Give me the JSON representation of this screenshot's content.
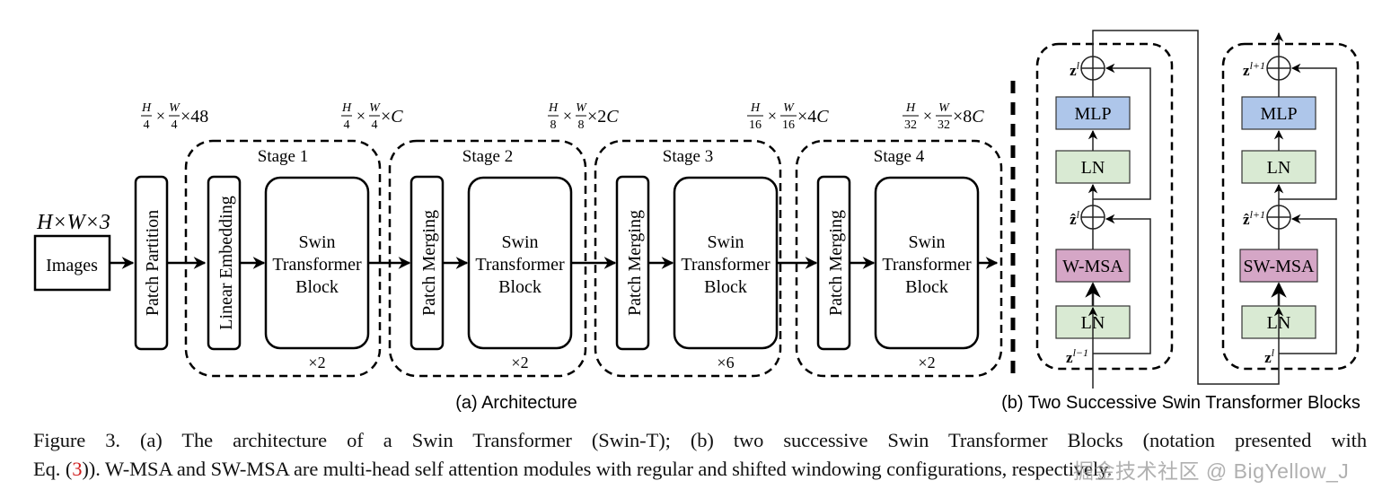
{
  "figure": {
    "part_a": {
      "subcaption": "(a) Architecture",
      "input": {
        "dims": "H×W×3",
        "label": "Images"
      },
      "patch_partition": "Patch Partition",
      "dim_labels": [
        {
          "num_h": "H",
          "den_h": "4",
          "num_w": "W",
          "den_w": "4",
          "ch": "×48"
        },
        {
          "num_h": "H",
          "den_h": "4",
          "num_w": "W",
          "den_w": "4",
          "ch": "×C"
        },
        {
          "num_h": "H",
          "den_h": "8",
          "num_w": "W",
          "den_w": "8",
          "ch": "×2C"
        },
        {
          "num_h": "H",
          "den_h": "16",
          "num_w": "W",
          "den_w": "16",
          "ch": "×4C"
        },
        {
          "num_h": "H",
          "den_h": "32",
          "num_w": "W",
          "den_w": "32",
          "ch": "×8C"
        }
      ],
      "stages": [
        {
          "title": "Stage 1",
          "first_block": "Linear Embedding",
          "block": [
            "Swin",
            "Transformer",
            "Block"
          ],
          "repeat": "×2"
        },
        {
          "title": "Stage 2",
          "first_block": "Patch Merging",
          "block": [
            "Swin",
            "Transformer",
            "Block"
          ],
          "repeat": "×2"
        },
        {
          "title": "Stage 3",
          "first_block": "Patch Merging",
          "block": [
            "Swin",
            "Transformer",
            "Block"
          ],
          "repeat": "×6"
        },
        {
          "title": "Stage 4",
          "first_block": "Patch Merging",
          "block": [
            "Swin",
            "Transformer",
            "Block"
          ],
          "repeat": "×2"
        }
      ]
    },
    "part_b": {
      "subcaption": "(b) Two Successive Swin Transformer Blocks",
      "blocks": [
        {
          "attention": "W-MSA",
          "ln1": "LN",
          "ln2": "LN",
          "mlp": "MLP",
          "z_in": "z",
          "z_in_sup": "l−1",
          "z_hat": "ẑ",
          "z_hat_sup": "l",
          "z_out": "z",
          "z_out_sup": "l"
        },
        {
          "attention": "SW-MSA",
          "ln1": "LN",
          "ln2": "LN",
          "mlp": "MLP",
          "z_in": "z",
          "z_in_sup": "l",
          "z_hat": "ẑ",
          "z_hat_sup": "l+1",
          "z_out": "z",
          "z_out_sup": "l+1"
        }
      ],
      "colors": {
        "mlp": "#aec6ea",
        "ln": "#d9ead3",
        "msa": "#d5a6c6"
      }
    },
    "caption": {
      "line1": "Figure 3. (a) The architecture of a Swin Transformer (Swin-T); (b) two successive Swin Transformer Blocks (notation presented with",
      "line2_pre": "Eq. (",
      "line2_ref": "3",
      "line2_post": ")). W-MSA and SW-MSA are multi-head self attention modules with regular and shifted windowing configurations, respectively."
    },
    "watermark": "掘金技术社区 @ BigYellow_J"
  }
}
